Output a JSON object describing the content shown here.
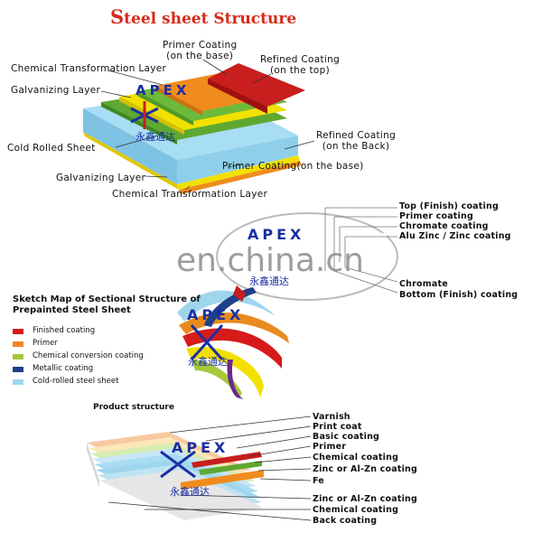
{
  "title": {
    "first_letter": "S",
    "rest": "teel sheet Structure"
  },
  "diagram1": {
    "labels": {
      "primer_top": [
        "Primer Coating",
        "(on the base)"
      ],
      "refined_top": [
        "Refined Coating",
        "(on the top)"
      ],
      "chem_top": "Chemical Transformation Layer",
      "galv_top": "Galvanizing Layer",
      "cold_rolled": "Cold Rolled Sheet",
      "refined_back": [
        "Refined Coating",
        "(on the Back)"
      ],
      "primer_base": "Primer Coating(on the base)",
      "galv_bottom": "Galvanizing Layer",
      "chem_bottom": "Chemical Transformation Layer"
    },
    "colors": {
      "red": "#c81e1e",
      "yellow": "#f2e000",
      "green": "#5fa832",
      "blue_sheet": "#9ad7f0",
      "orange": "#f08c1e"
    }
  },
  "diagram2": {
    "labels": [
      "Top (Finish) coating",
      "Primer coating",
      "Chromate coating",
      "Alu Zinc / Zinc coating",
      "Chromate",
      "Bottom (Finish) coating"
    ]
  },
  "watermark": "en.china.cn",
  "brand": {
    "name": "APEX",
    "chinese": "永鑫通达"
  },
  "sketch": {
    "title": [
      "Sketch Map of Sectional Structure of",
      "Prepainted Steel Sheet"
    ],
    "legend": [
      {
        "label": "Finished coating",
        "color": "#d71a1a"
      },
      {
        "label": "Primer",
        "color": "#f0852a"
      },
      {
        "label": "Chemical conversion coating",
        "color": "#a8c83c"
      },
      {
        "label": "Metallic coating",
        "color": "#1f3f8a"
      },
      {
        "label": "Cold-rolled steel sheet",
        "color": "#9fd6ee"
      }
    ]
  },
  "product": {
    "title": "Product structure",
    "labels": [
      "Varnish",
      "Print coat",
      "Basic coating",
      "Primer",
      "Chemical coating",
      "Zinc or Al-Zn coating",
      "Fe",
      "Zinc or Al-Zn coating",
      "Chemical coating",
      "Back coating"
    ]
  }
}
